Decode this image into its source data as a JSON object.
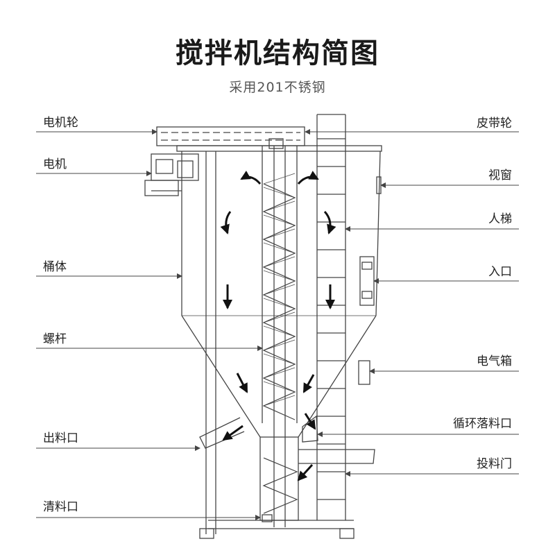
{
  "title": "搅拌机结构简图",
  "subtitle": "采用201不锈钢",
  "labels": {
    "left": [
      "电机轮",
      "电机",
      "桶体",
      "螺杆",
      "出料口",
      "清料口"
    ],
    "right": [
      "皮带轮",
      "视窗",
      "人梯",
      "入口",
      "电气箱",
      "循环落料口",
      "投料门"
    ]
  }
}
